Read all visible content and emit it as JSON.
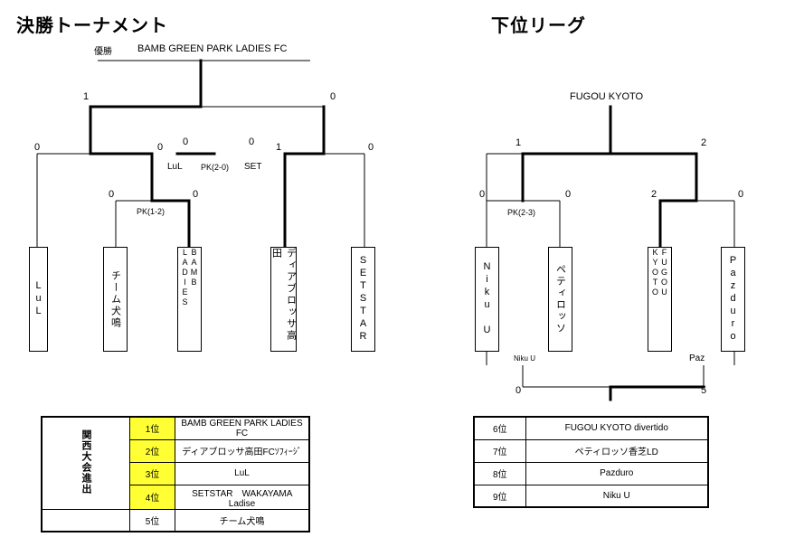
{
  "headings": {
    "final": "決勝トーナメント",
    "lower": "下位リーグ"
  },
  "final": {
    "winner_label": "優勝",
    "winner": "BAMB GREEN PARK LADIES FC",
    "top_left_score": "1",
    "top_right_score": "0",
    "center_match": {
      "left_score": "0",
      "right_score": "0",
      "left_team": "LuL",
      "right_team": "SET",
      "pk": "PK(2-0)"
    },
    "semi_left": {
      "left_score": "0",
      "right_score": "0"
    },
    "semi_right": {
      "left_score": "1",
      "right_score": "0"
    },
    "qf": {
      "left_score": "0",
      "right_score": "0",
      "pk": "PK(1-2)"
    },
    "teams": [
      "LuL",
      "チーム犬鳴",
      "BAMB LADIES",
      "ディアブロッサ高田",
      "SETSTAR"
    ]
  },
  "lower": {
    "winner": "FUGOU KYOTO",
    "top_left_score": "1",
    "top_right_score": "2",
    "left_match": {
      "left_score": "0",
      "right_score": "0",
      "pk": "PK(2-3)"
    },
    "right_match": {
      "left_score": "2",
      "right_score": "0"
    },
    "teams": [
      "Niku U",
      "ペティロッソ",
      "FUGOU KYOTO",
      "Pazduro"
    ],
    "playoff": {
      "left_team": "Niku U",
      "right_team": "Paz",
      "left_score": "0",
      "right_score": "5"
    }
  },
  "results_final": {
    "side_label": "関西大会進出",
    "rows": [
      {
        "rank": "1位",
        "team": "BAMB GREEN PARK LADIES FC"
      },
      {
        "rank": "2位",
        "team": "ディアブロッサ高田FCｿﾌｨｰｼﾞ"
      },
      {
        "rank": "3位",
        "team": "LuL"
      },
      {
        "rank": "4位",
        "team": "SETSTAR　WAKAYAMA　Ladise"
      },
      {
        "rank": "5位",
        "team": "チーム犬鳴"
      }
    ]
  },
  "results_lower": {
    "rows": [
      {
        "rank": "6位",
        "team": "FUGOU KYOTO divertido"
      },
      {
        "rank": "7位",
        "team": "ペティロッソ香芝LD"
      },
      {
        "rank": "8位",
        "team": "Pazduro"
      },
      {
        "rank": "9位",
        "team": "Niku U"
      }
    ]
  },
  "colors": {
    "highlight": "#ffff33"
  }
}
